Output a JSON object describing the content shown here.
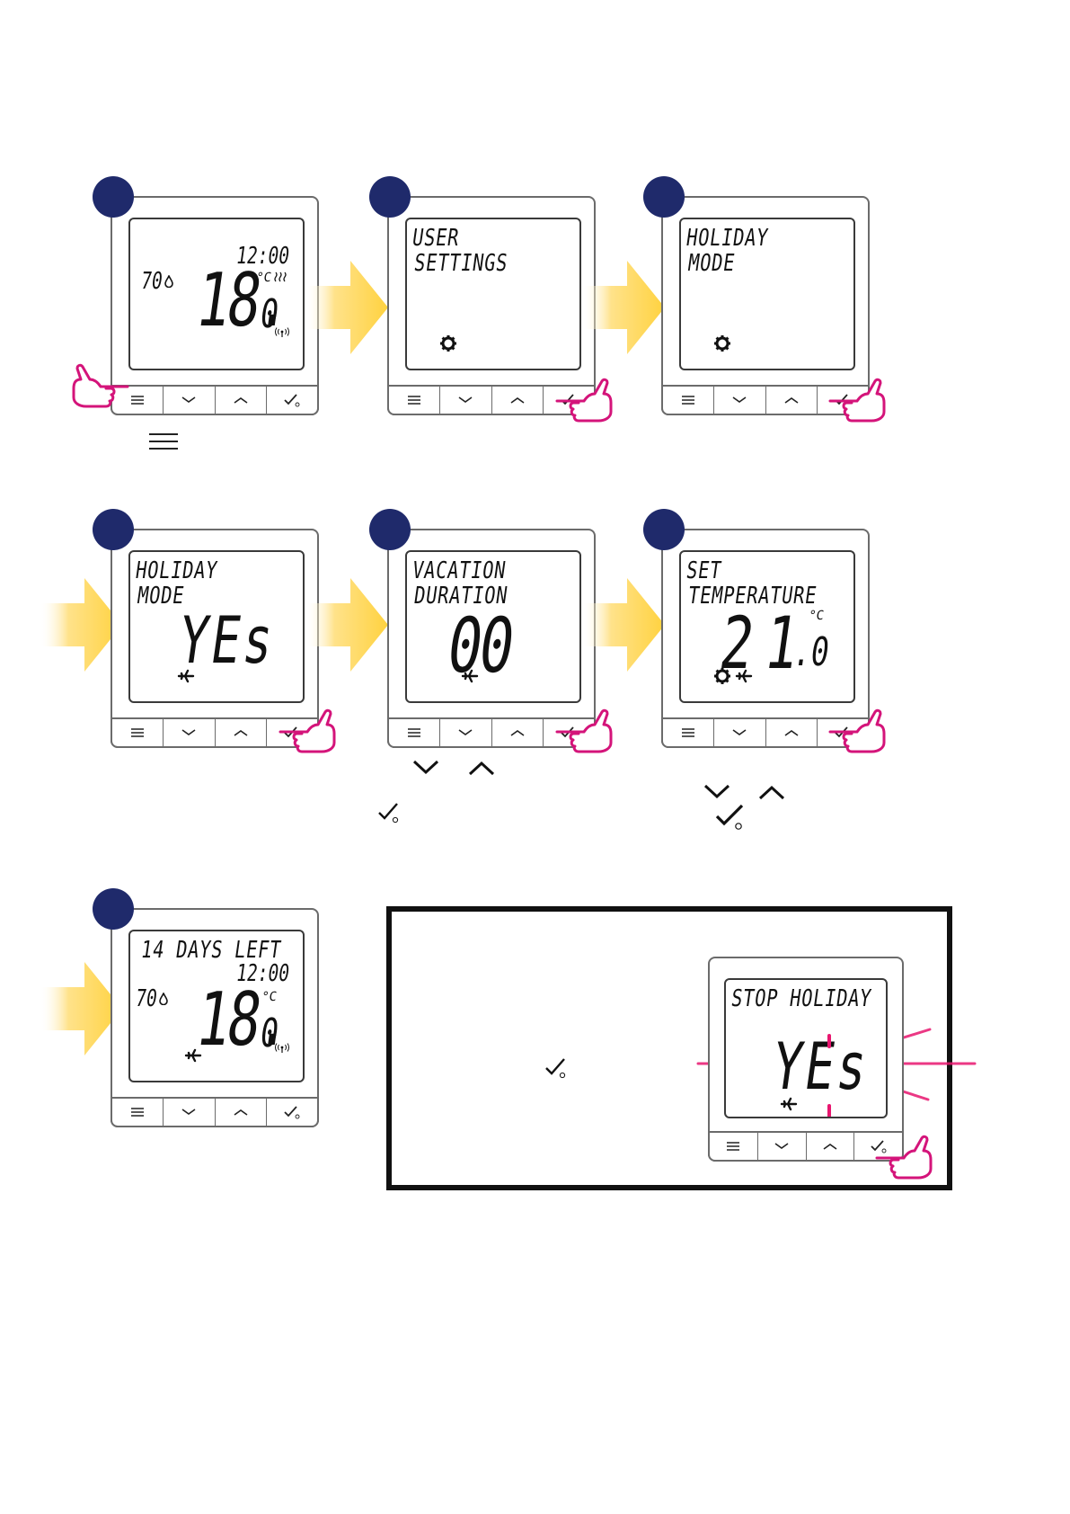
{
  "steps": [
    {
      "id": 1,
      "clock": "12:00",
      "humidity": "70",
      "temp_main": "18.",
      "temp_dec": "0",
      "unit": "°C"
    },
    {
      "id": 2,
      "line1": "USER",
      "line2": "SETTINGS"
    },
    {
      "id": 3,
      "line1": "HOLIDAY",
      "line2": "MODE"
    },
    {
      "id": 4,
      "line1": "HOLIDAY",
      "line2": "MODE",
      "value": "YEs"
    },
    {
      "id": 5,
      "line1": "VACATION",
      "line2": "DURATION",
      "value": "00"
    },
    {
      "id": 6,
      "line1": "SET",
      "line2": "TEMPERATURE",
      "value_int": "21",
      "value_dec": ".0",
      "unit": "°C"
    },
    {
      "id": 7,
      "line1": "14 DAYS LEFT",
      "clock": "12:00",
      "humidity": "70",
      "temp_main": "18.",
      "temp_dec": "0",
      "unit": "°C"
    }
  ],
  "box": {
    "line1": "STOP HOLIDAY",
    "value": "YEs"
  },
  "icons": {
    "menu": "menu-icon",
    "down": "chevron-down-icon",
    "up": "chevron-up-icon",
    "confirm": "check-power-icon",
    "gear": "gear-icon",
    "plane": "airplane-icon",
    "drop": "drop-icon",
    "heat": "heat-waves-icon",
    "signal": "wireless-signal-icon",
    "hand": "pointing-hand-icon"
  },
  "colors": {
    "step_circle": "#1f2a6b",
    "hand": "#d4147a",
    "arrow": "#ffd23f",
    "flash": "#e8166f"
  }
}
